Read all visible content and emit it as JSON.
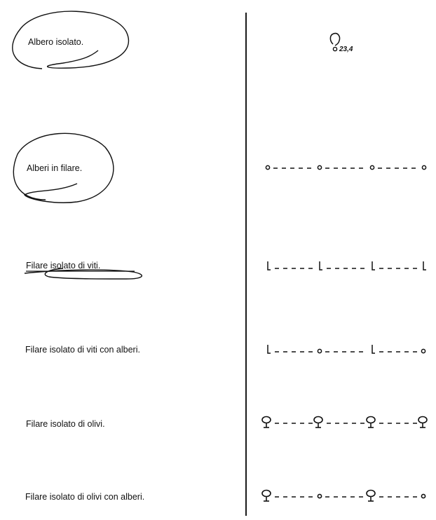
{
  "rows": [
    {
      "label": "Albero isolato.",
      "symbol": "single-tree"
    },
    {
      "label": "Alberi in filare.",
      "symbol": "circles-row"
    },
    {
      "label": "Filare isolato di viti.",
      "symbol": "vines-row"
    },
    {
      "label": "Filare isolato di viti con alberi.",
      "symbol": "vines-circles-row"
    },
    {
      "label": "Filare isolato di olivi.",
      "symbol": "olives-row"
    },
    {
      "label": "Filare isolato di olivi con alberi.",
      "symbol": "olives-circles-row"
    }
  ],
  "tree_value": "23,4"
}
